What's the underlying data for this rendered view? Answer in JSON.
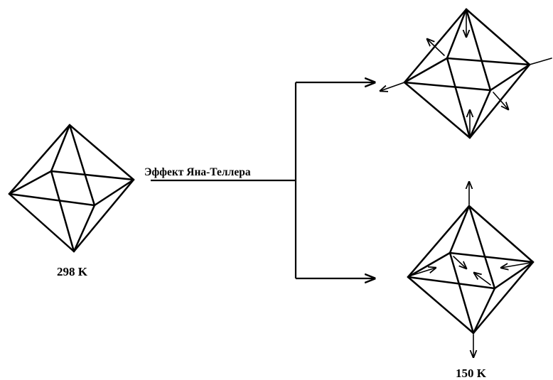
{
  "labels": {
    "effect": "Эффект Яна-Теллера",
    "temp_high": "298 K",
    "temp_low": "150 K"
  }
}
